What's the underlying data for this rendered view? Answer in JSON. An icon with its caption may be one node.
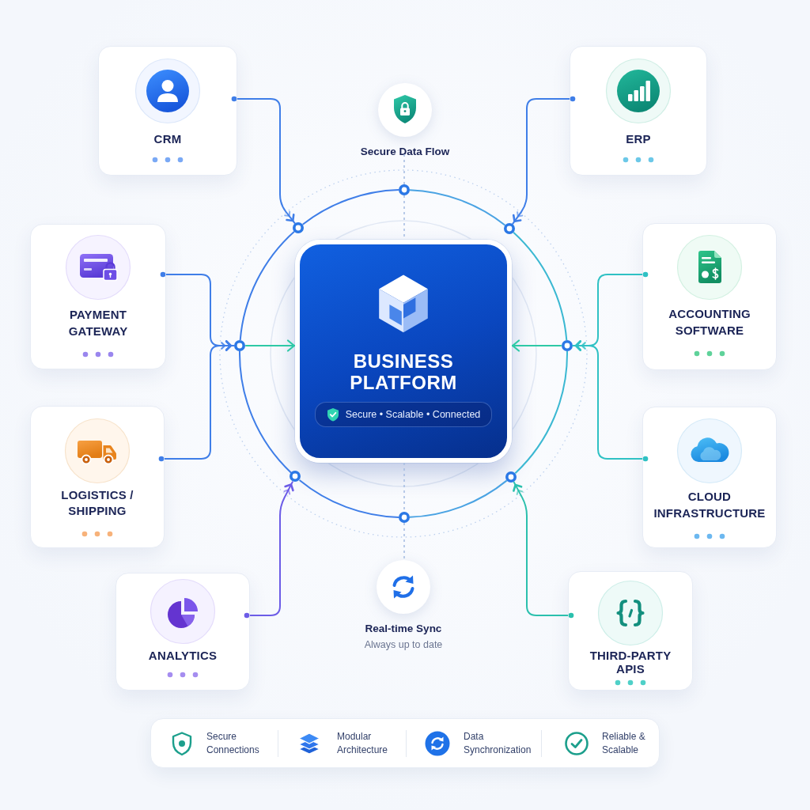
{
  "diagram": {
    "nodes": [
      {
        "text": [
          "CRM"
        ]
      },
      {
        "text": [
          "Secure Data Flow"
        ]
      },
      {
        "text": [
          "ERP"
        ]
      },
      {
        "text": [],
        "shape": "circle"
      },
      {
        "text": [],
        "shape": "circle"
      },
      {
        "text": [],
        "shape": "circle"
      },
      {
        "text": [
          "PAYMENT GATEWAY"
        ]
      },
      {
        "text": [
          "BUSINESS PLATFORM",
          "Secure • Scalable • Connected"
        ]
      },
      {
        "text": [
          "ACCOUNTING SOFTWARE"
        ]
      },
      {
        "text": [],
        "shape": "circle"
      },
      {
        "text": [],
        "shape": "circle"
      },
      {
        "text": [
          "LOGISTICS / SHIPPING"
        ]
      },
      {
        "text": [
          "CLOUD INFRASTRUCTURE"
        ]
      },
      {
        "text": [],
        "shape": "circle"
      },
      {
        "text": [],
        "shape": "circle"
      },
      {
        "text": [],
        "shape": "circle"
      },
      {
        "text": [
          "Real-time Sync",
          "Always up to date"
        ]
      },
      {
        "text": [
          "ANALYTICS"
        ]
      },
      {
        "text": [
          "THIRD-PARTY APIS"
        ]
      }
    ],
    "edges": [
      {
        "from": 0,
        "to": 4,
        "arrow": "to"
      },
      {
        "from": 2,
        "to": 5,
        "arrow": "to"
      },
      {
        "from": 6,
        "to": 9,
        "arrow": "to"
      },
      {
        "from": 8,
        "to": 10,
        "arrow": "to",
        "color": "#2fc1c4"
      },
      {
        "from": 11,
        "to": 9,
        "arrow": "to"
      },
      {
        "from": 12,
        "to": 10,
        "arrow": "to",
        "color": "#2fc1c4"
      },
      {
        "from": 17,
        "to": 13,
        "arrow": "to",
        "color": "#6c5ce7"
      },
      {
        "from": 18,
        "to": 14,
        "arrow": "to",
        "color": "#2bc0ad"
      },
      {
        "from": 9,
        "to": 7,
        "arrow": "to",
        "color": "#2ec9a6"
      },
      {
        "from": 10,
        "to": 7,
        "arrow": "to",
        "color": "#2ec9a6"
      },
      {
        "from": 1,
        "to": 3,
        "arrow": "none",
        "style": "dashed",
        "color": "#a9bfe3"
      },
      {
        "from": 3,
        "to": 7,
        "arrow": "none",
        "style": "dashed",
        "color": "#a9bfe3"
      },
      {
        "from": 7,
        "to": 15,
        "arrow": "none",
        "style": "dashed",
        "color": "#a9bfe3"
      },
      {
        "from": 15,
        "to": 16,
        "arrow": "none",
        "style": "dashed",
        "color": "#a9bfe3"
      },
      {
        "from": 4,
        "to": 3,
        "arrow": "none"
      },
      {
        "from": 3,
        "to": 5,
        "arrow": "none",
        "color": "#4aa3e3"
      },
      {
        "from": 5,
        "to": 10,
        "arrow": "none",
        "color": "#3bb8d2"
      },
      {
        "from": 10,
        "to": 14,
        "arrow": "none",
        "color": "#3bb8d2"
      },
      {
        "from": 14,
        "to": 15,
        "arrow": "none",
        "color": "#4aa3e3"
      },
      {
        "from": 15,
        "to": 13,
        "arrow": "none"
      },
      {
        "from": 13,
        "to": 9,
        "arrow": "none"
      },
      {
        "from": 9,
        "to": 4,
        "arrow": "none"
      }
    ],
    "labels": [
      "Secure Connections",
      "Modular Architecture",
      "Data Synchronization",
      "Reliable & Scalable"
    ]
  }
}
